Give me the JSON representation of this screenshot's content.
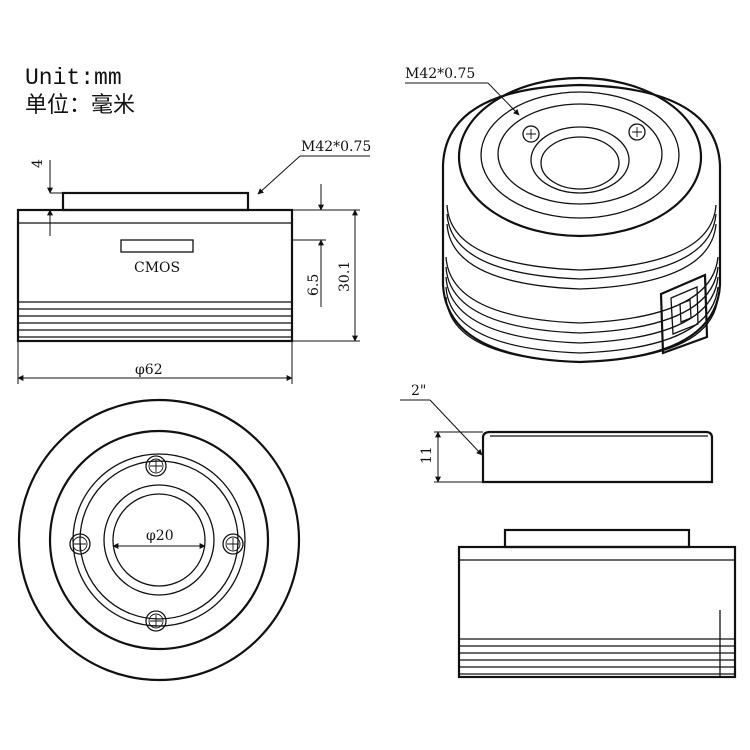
{
  "diagram": {
    "unit_en": "Unit:mm",
    "unit_cn": "单位：毫米",
    "labels": {
      "thread_front": "M42*0.75",
      "thread_iso": "M42*0.75",
      "cmos": "CMOS",
      "dim_4": "4",
      "dim_6_5": "6.5",
      "dim_30_1": "30.1",
      "dim_62": "φ62",
      "dim_20": "φ20",
      "adapter_size": "2\"",
      "dim_11": "11"
    },
    "colors": {
      "line": "#111111",
      "background": "#ffffff"
    }
  }
}
